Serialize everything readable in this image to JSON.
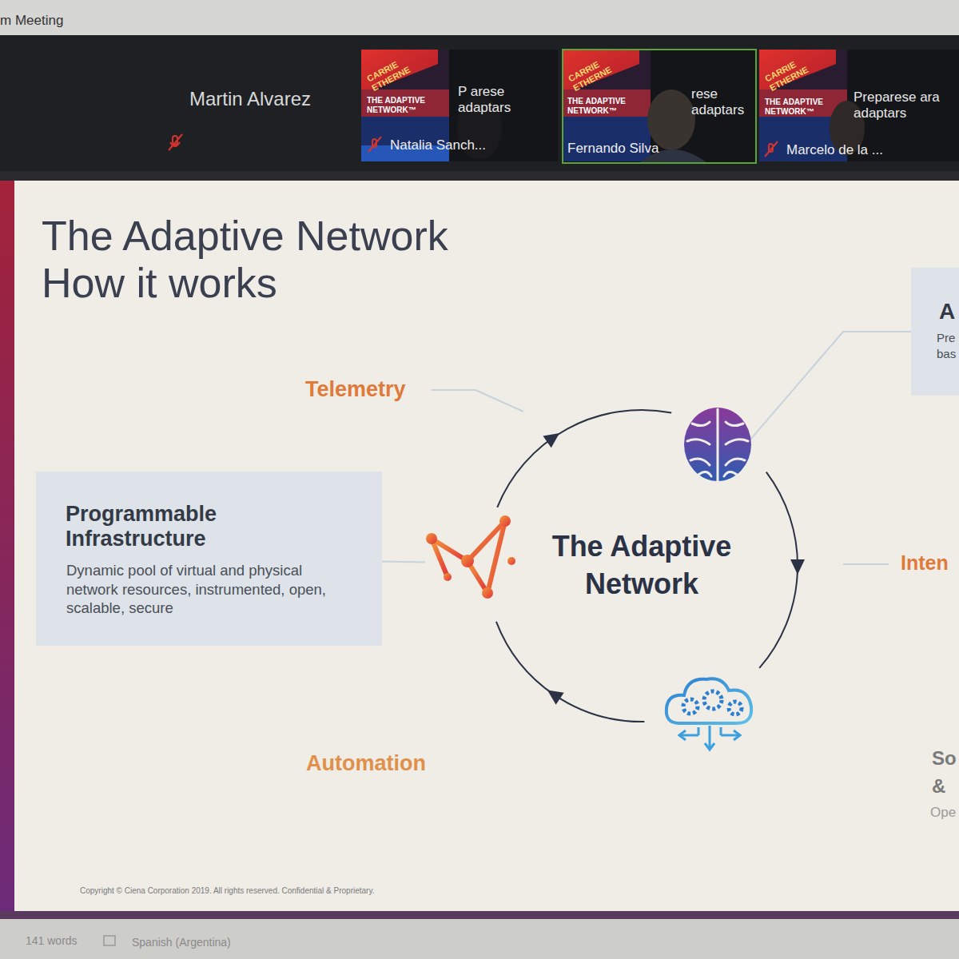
{
  "diagram": {
    "title": "The Adaptive Network How it works",
    "nodes": [
      {
        "text": [
          "Programmable Infrastructure",
          "Dynamic pool of virtual and physical network resources, instrumented, open, scalable, secure"
        ]
      },
      {
        "text": [
          "The Adaptive Network"
        ]
      },
      {
        "text": [
          "A",
          "Pre bas"
        ]
      }
    ],
    "edges": [
      {
        "from": 0,
        "to": 1,
        "arrow": "none"
      },
      {
        "from": 2,
        "to": 1,
        "arrow": "none"
      }
    ],
    "labels": [
      "m Meeting",
      "Martin Alvarez",
      "CARRIE ETHERNE",
      "THE ADAPTIVE NETWORK™",
      "P arese adaptars",
      "Natalia Sanch...",
      "CARRIE ETHERNE",
      "THE ADAPTIVE NETWORK™",
      "rese adaptars",
      "Fernando Silva",
      "CARRIE ETHERNE",
      "THE ADAPTIVE NETWORK™",
      "Preparese ara adaptars",
      "Marcelo de la ...",
      "Telemetry",
      "Inten",
      "Automation",
      "So",
      "&",
      "Ope",
      "Copyright © Ciena Corporation 2019. All rights reserved. Confidential & Proprietary.",
      "141 words",
      "Spanish (Argentina)"
    ]
  }
}
